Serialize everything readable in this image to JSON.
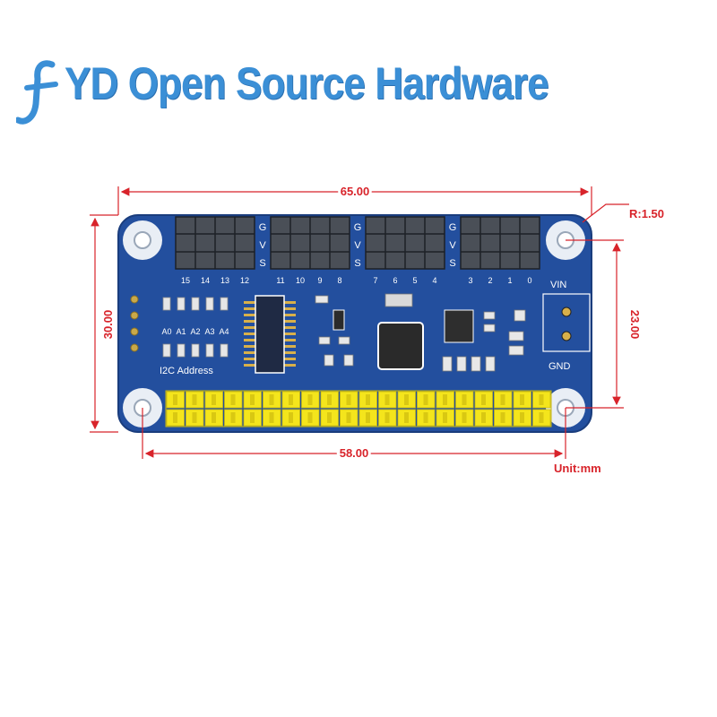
{
  "brand": {
    "name": "YD Open Source Hardware",
    "logo_icon": "stylized-f-logo-icon",
    "color": "#3b8fd6"
  },
  "dimensions": {
    "width": "65.00",
    "height": "30.00",
    "inner_width": "58.00",
    "inner_height": "23.00",
    "corner_radius": "R:1.50",
    "unit": "Unit:mm",
    "color": "#d8232a"
  },
  "board": {
    "color": "#234f9e",
    "header_color": "#f2e21a",
    "channel_group_labels": [
      "G",
      "V",
      "S"
    ],
    "channels": [
      "15",
      "14",
      "13",
      "12",
      "11",
      "10",
      "9",
      "8",
      "7",
      "6",
      "5",
      "4",
      "3",
      "2",
      "1",
      "0"
    ],
    "address_pins": [
      "A0",
      "A1",
      "A2",
      "A3",
      "A4"
    ],
    "address_label": "I2C Address",
    "power_labels": {
      "vin": "VIN",
      "gnd": "GND"
    }
  }
}
